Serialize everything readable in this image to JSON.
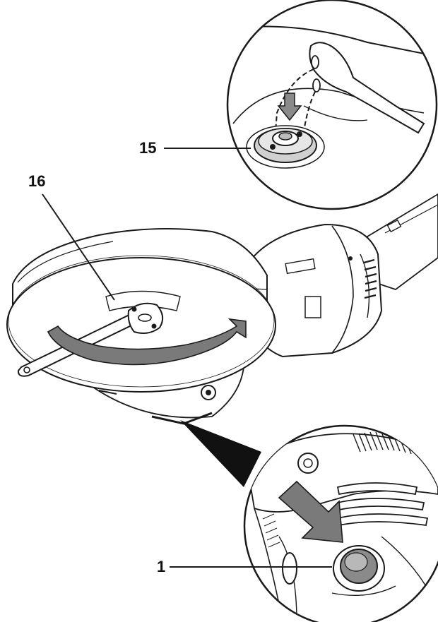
{
  "callouts": {
    "c15": "15",
    "c16": "16",
    "c1": "1"
  },
  "colors": {
    "line": "#1a1a1a",
    "arrow_gray": "#7a7a7a",
    "arrow_gray_light": "#9a9a9a",
    "body_gray": "#d8d8d8",
    "pointer_black": "#111111"
  }
}
